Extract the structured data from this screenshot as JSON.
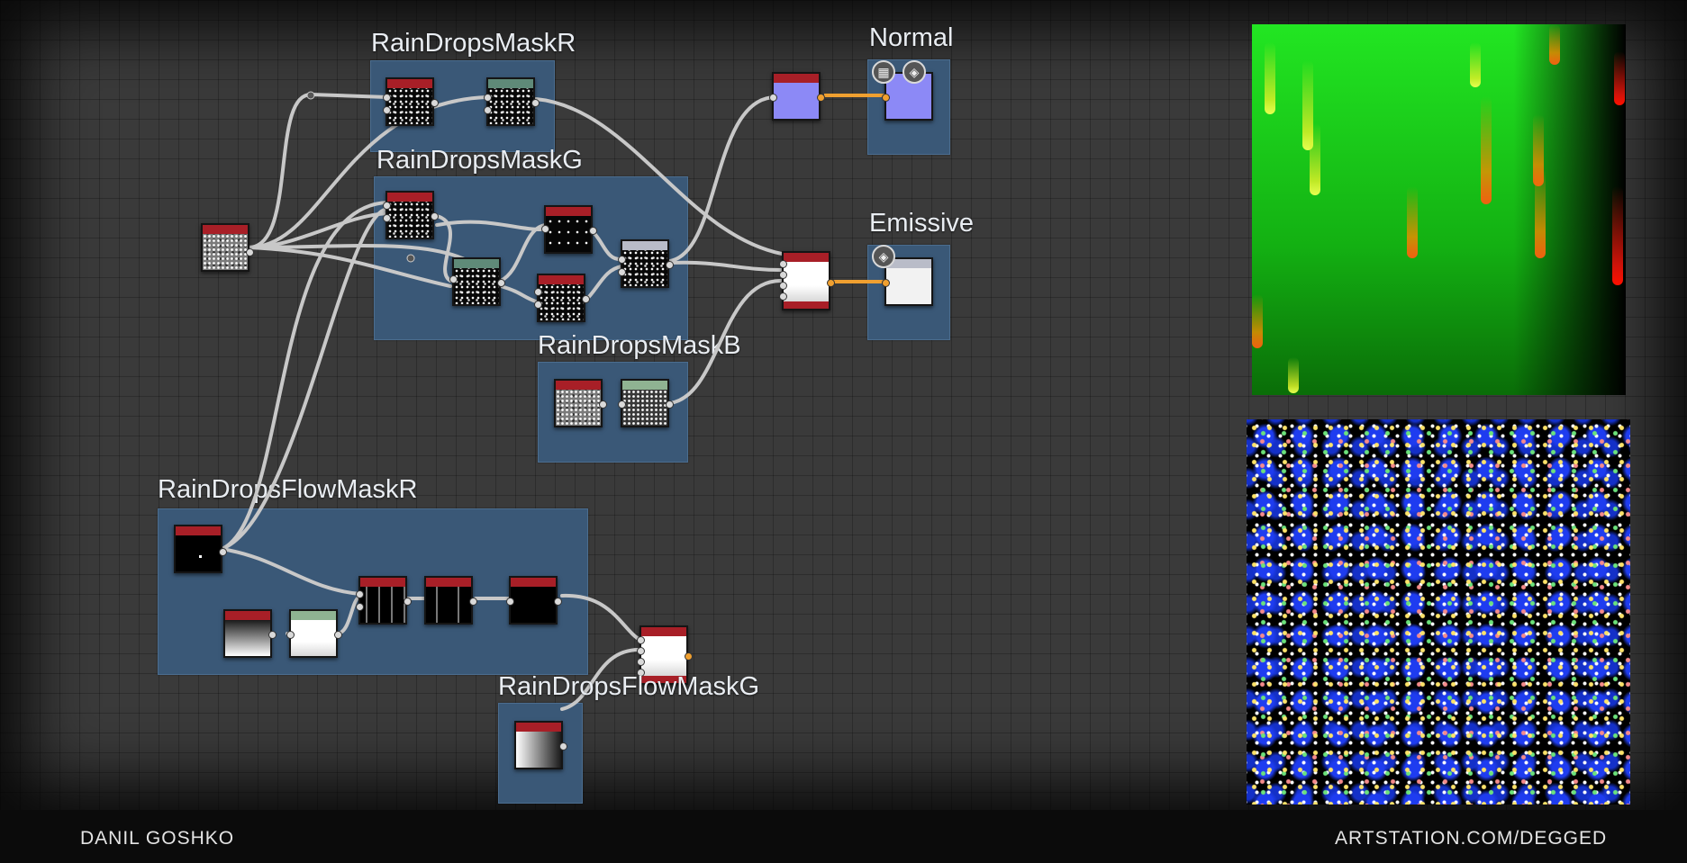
{
  "frames": {
    "rain_drops_mask_r": "RainDropsMaskR",
    "rain_drops_mask_g": "RainDropsMaskG",
    "rain_drops_mask_b": "RainDropsMaskB",
    "rain_drops_flow_mask_r": "RainDropsFlowMaskR",
    "rain_drops_flow_mask_g": "RainDropsFlowMaskG",
    "normal": "Normal",
    "emissive": "Emissive"
  },
  "footer": {
    "author": "DANIL GOSHKO",
    "website": "ARTSTATION.COM/DEGGED"
  },
  "colors": {
    "frame": "#3a5877",
    "canvas": "#3a3a3a",
    "node_header": "#a81f27",
    "wire": "#c8c8c8",
    "output_wire": "#f0a030"
  },
  "icons": {
    "normal_badges": [
      "checker-icon",
      "cube-icon"
    ],
    "emissive_badges": [
      "cube-icon"
    ]
  }
}
